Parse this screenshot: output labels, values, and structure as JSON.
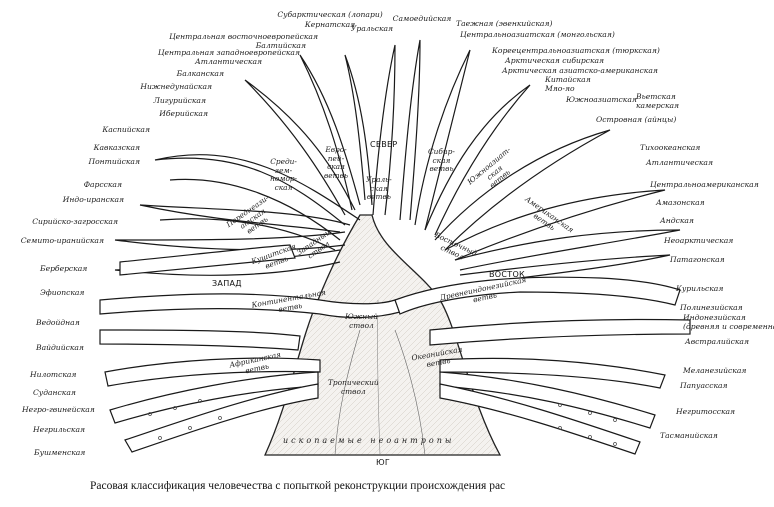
{
  "directions": {
    "north": "СЕВЕР",
    "south": "ЮГ",
    "west": "ЗАПАД",
    "east": "ВОСТОК"
  },
  "caption": "Расовая классификация человечества с попыткой реконструкции происхождения рас",
  "fossil_label": "ископаемые неоантропы",
  "stems": {
    "western": [
      "Западный",
      "ствол"
    ],
    "eastern": [
      "Восточный",
      "ствол"
    ],
    "southern": [
      "Южный",
      "ствол"
    ],
    "tropical": [
      "Тропический",
      "ствол"
    ]
  },
  "branches": {
    "european": [
      "Евро-",
      "пей-",
      "ская",
      "ветвь"
    ],
    "ural": [
      "Ураль-",
      "ская",
      "ветвь"
    ],
    "siberian": [
      "Сибир-",
      "ская",
      "ветвь"
    ],
    "mediterranean": [
      "Среди-",
      "зем-",
      "номор-",
      "ская"
    ],
    "west_asian": [
      "Переднеази-",
      "атская",
      "ветвь"
    ],
    "kushite": [
      "Кушитская",
      "ветвь"
    ],
    "continental": [
      "Континентальная",
      "ветвь"
    ],
    "south_asian": [
      "Южноазиат-",
      "ская",
      "ветвь"
    ],
    "american": [
      "Американская",
      "ветвь"
    ],
    "ancient_indonesian": [
      "Древнеиндонезийская",
      "ветвь"
    ],
    "african": [
      "Африканская",
      "ветвь"
    ],
    "oceanic": [
      "Океанийская",
      "ветвь"
    ]
  },
  "top_labels": [
    "Субарктическая (лопари)",
    "Кернатская",
    "Уральская",
    "Самоедийская",
    "Таежная (эвенкийская)",
    "Центральноазиатская (монгольская)"
  ],
  "left_top_labels": [
    "Центральная восточноевропейская",
    "Балтийская",
    "Центральная западноевропейская",
    "Атлантическая",
    "Балканская",
    "Нижнедунайская",
    "Лигурийская",
    "Иберийская",
    "Каспийская",
    "Кавказская",
    "Понтийская",
    "Фарсская",
    "Индо-иранская",
    "Сирийско-загросская",
    "Семито-иранийская"
  ],
  "left_mid_labels": [
    "Берберская",
    "Эфиопская",
    "Ведойдная",
    "Вайдийская"
  ],
  "left_bottom_labels": [
    "Нилотская",
    "Суданская",
    "Негро-гвинейская",
    "Негрильская",
    "Бушменская"
  ],
  "right_top_labels": [
    "Кореецентральноазиатская (тюркская)",
    "Арктическая сибирская",
    "Арктическая азиатско-американская",
    "Китайская",
    "Мяо-яо",
    "Южноазиатская",
    "Вьетская камерская",
    "Островная (айнцы)"
  ],
  "right_mid_labels": [
    "Тихоокеанская",
    "Атлантическая",
    "Центральноамериканская",
    "Амазонская",
    "Андская",
    "Неоарктическая",
    "Патагонская"
  ],
  "right_bottom_labels": [
    "Курильская",
    "Полинезийская",
    "Индонезийская",
    "(древняя и современная)",
    "Австралийская",
    "Меланезийская",
    "Папуасская",
    "Негритосская",
    "Тасманийская"
  ]
}
